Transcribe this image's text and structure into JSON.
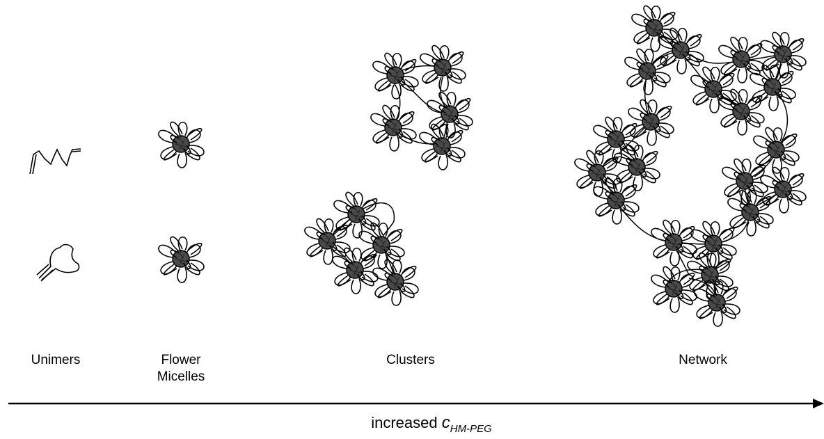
{
  "stages": [
    {
      "id": "unimers",
      "label": "Unimers"
    },
    {
      "id": "flower",
      "label_line1": "Flower",
      "label_line2": "Micelles"
    },
    {
      "id": "clusters",
      "label": "Clusters"
    },
    {
      "id": "network",
      "label": "Network"
    }
  ],
  "axis": {
    "prefix": "increased",
    "variable": "c",
    "subscript": "HM-PEG",
    "direction": "increasing-right"
  },
  "colors": {
    "line": "#000000",
    "core": "#4a4a4a",
    "background": "#ffffff"
  },
  "icons": {
    "unimer": "polymer-chain-icon",
    "micelle": "flower-micelle-icon"
  }
}
